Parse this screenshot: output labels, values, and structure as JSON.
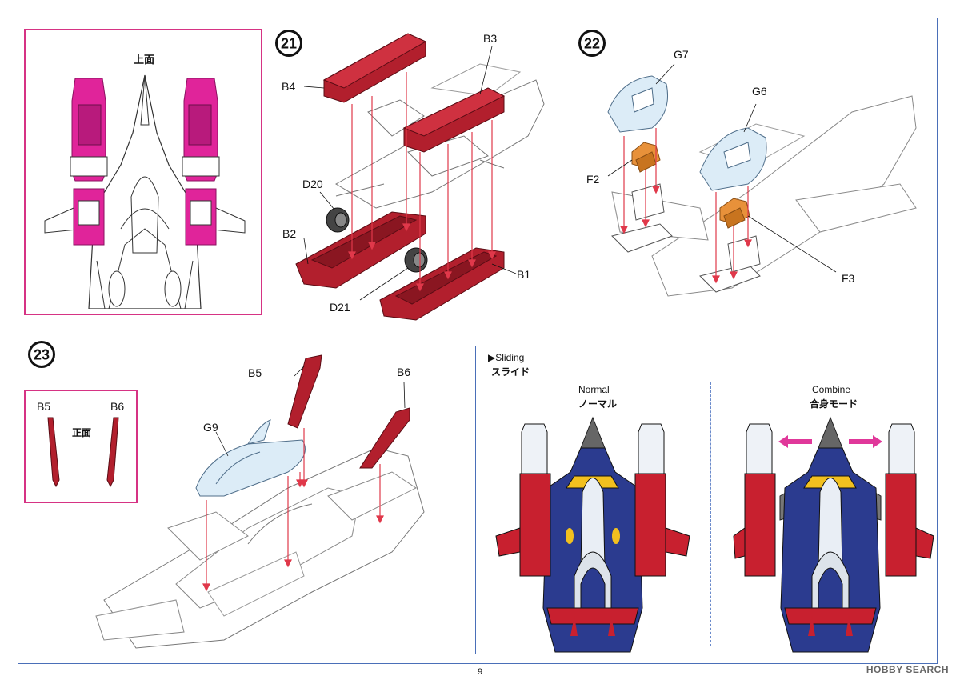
{
  "step21": {
    "number": "21",
    "labels": {
      "b4": "B4",
      "b3": "B3",
      "d20": "D20",
      "b2": "B2",
      "d21": "D21",
      "b1": "B1"
    }
  },
  "top_view": {
    "title": "上面"
  },
  "step22": {
    "number": "22",
    "labels": {
      "g7": "G7",
      "g6": "G6",
      "f2": "F2",
      "f3": "F3"
    }
  },
  "step23": {
    "number": "23",
    "labels": {
      "b5": "B5",
      "b6": "B6",
      "g9": "G9"
    },
    "front_box": {
      "b5": "B5",
      "b6": "B6",
      "title": "正面"
    }
  },
  "sliding": {
    "en": "▶Sliding",
    "jp": "スライド",
    "normal_en": "Normal",
    "normal_jp": "ノーマル",
    "combine_en": "Combine",
    "combine_jp": "合身モード"
  },
  "page_number": "9",
  "watermark": "HOBBY SEARCH",
  "colors": {
    "frame": "#4a6fb8",
    "magenta": "#d63384",
    "part_red": "#b21f2d",
    "part_clear": "#dcecf7",
    "part_orange": "#e8913a",
    "arrow": "#e0384a",
    "navy": "#2b3b8f",
    "yellow": "#f2c01f"
  }
}
